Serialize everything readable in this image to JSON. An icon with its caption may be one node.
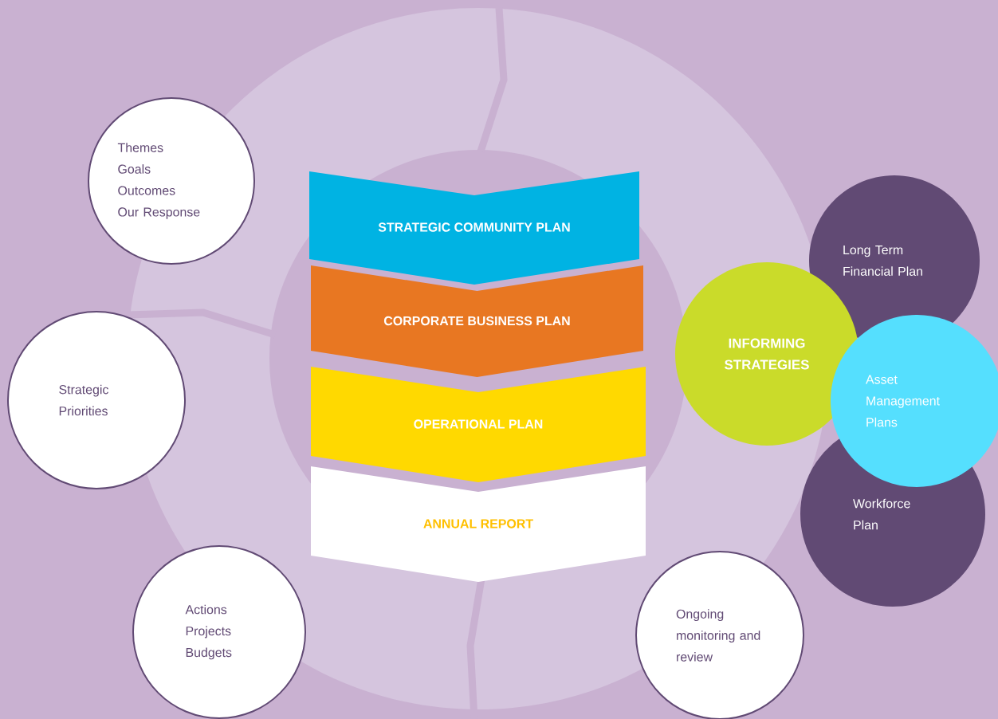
{
  "diagram": {
    "nodes": [
      {
        "text": [
          "Themes",
          "Goals",
          "Outcomes",
          "Our Response"
        ]
      },
      {
        "text": [
          "STRATEGIC COMMUNITY PLAN"
        ]
      },
      {
        "text": [
          "CORPORATE BUSINESS PLAN"
        ]
      },
      {
        "text": [
          "OPERATIONAL PLAN"
        ]
      },
      {
        "text": [
          "ANNUAL REPORT"
        ]
      },
      {
        "text": [
          "Strategic Priorities"
        ]
      },
      {
        "text": [
          "INFORMING STRATEGIES"
        ]
      },
      {
        "text": [
          "Long Term Financial Plan"
        ]
      },
      {
        "text": [
          "Asset Management Plans"
        ]
      },
      {
        "text": [
          "Workforce Plan"
        ]
      },
      {
        "text": [
          "Actions",
          "Projects",
          "Budgets"
        ]
      },
      {
        "text": [
          "Ongoing monitoring and review"
        ]
      }
    ],
    "edges": []
  }
}
